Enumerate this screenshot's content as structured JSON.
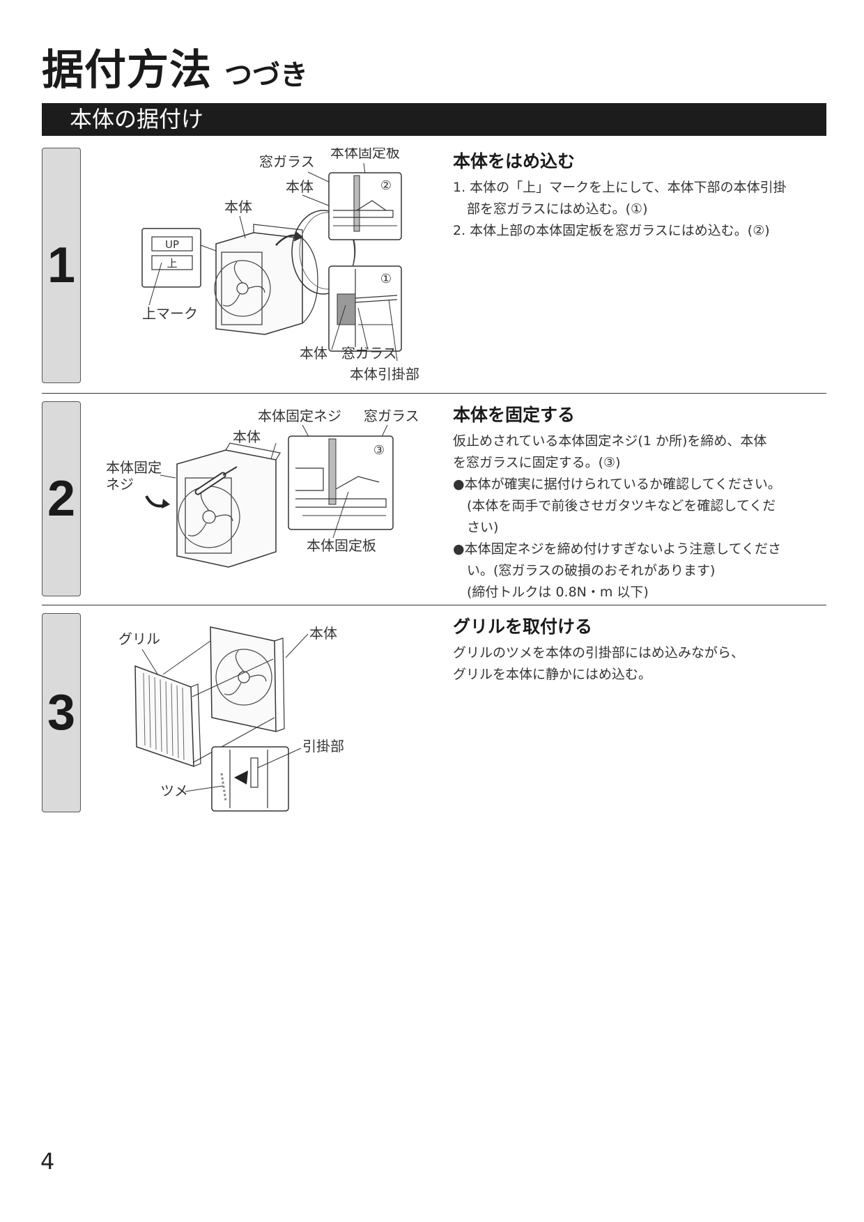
{
  "page": {
    "title": "据付方法",
    "title_suffix": "つづき",
    "section": "本体の据付け",
    "page_number": "4"
  },
  "steps": [
    {
      "number": "1",
      "heading": "本体をはめ込む",
      "lines": [
        "1. 本体の「上」マークを上にして、本体下部の本体引掛",
        "部を窓ガラスにはめ込む。(①)",
        "2. 本体上部の本体固定板を窓ガラスにはめ込む。(②)"
      ],
      "figure": {
        "labels": {
          "window_glass_top": "窓ガラス",
          "fixing_plate": "本体固定板",
          "body_mid": "本体",
          "body_left": "本体",
          "up_mark_en": "UP",
          "up_mark_jp": "上",
          "up_mark": "上マーク",
          "circle_2": "②",
          "circle_1": "①",
          "body_bottom": "本体",
          "window_glass_bottom": "窓ガラス",
          "hook_part": "本体引掛部"
        }
      }
    },
    {
      "number": "2",
      "heading": "本体を固定する",
      "lines": [
        "仮止めされている本体固定ネジ(1 か所)を締め、本体",
        "を窓ガラスに固定する。(③)",
        "●本体が確実に据付けられているか確認してください。",
        "(本体を両手で前後させガタツキなどを確認してくだ",
        "さい)",
        "●本体固定ネジを締め付けすぎないよう注意してくださ",
        "い。(窓ガラスの破損のおそれがあります)",
        "(締付トルクは 0.8N・m 以下)"
      ],
      "figure": {
        "labels": {
          "fixing_screw_top": "本体固定ネジ",
          "window_glass": "窓ガラス",
          "body": "本体",
          "fixing_screw_left_1": "本体固定",
          "fixing_screw_left_2": "ネジ",
          "circle_3": "③",
          "fixing_plate": "本体固定板"
        }
      }
    },
    {
      "number": "3",
      "heading": "グリルを取付ける",
      "lines": [
        "グリルのツメを本体の引掛部にはめ込みながら、",
        "グリルを本体に静かにはめ込む。"
      ],
      "figure": {
        "labels": {
          "grille": "グリル",
          "body": "本体",
          "hook_part": "引掛部",
          "claw": "ツメ"
        }
      }
    }
  ]
}
